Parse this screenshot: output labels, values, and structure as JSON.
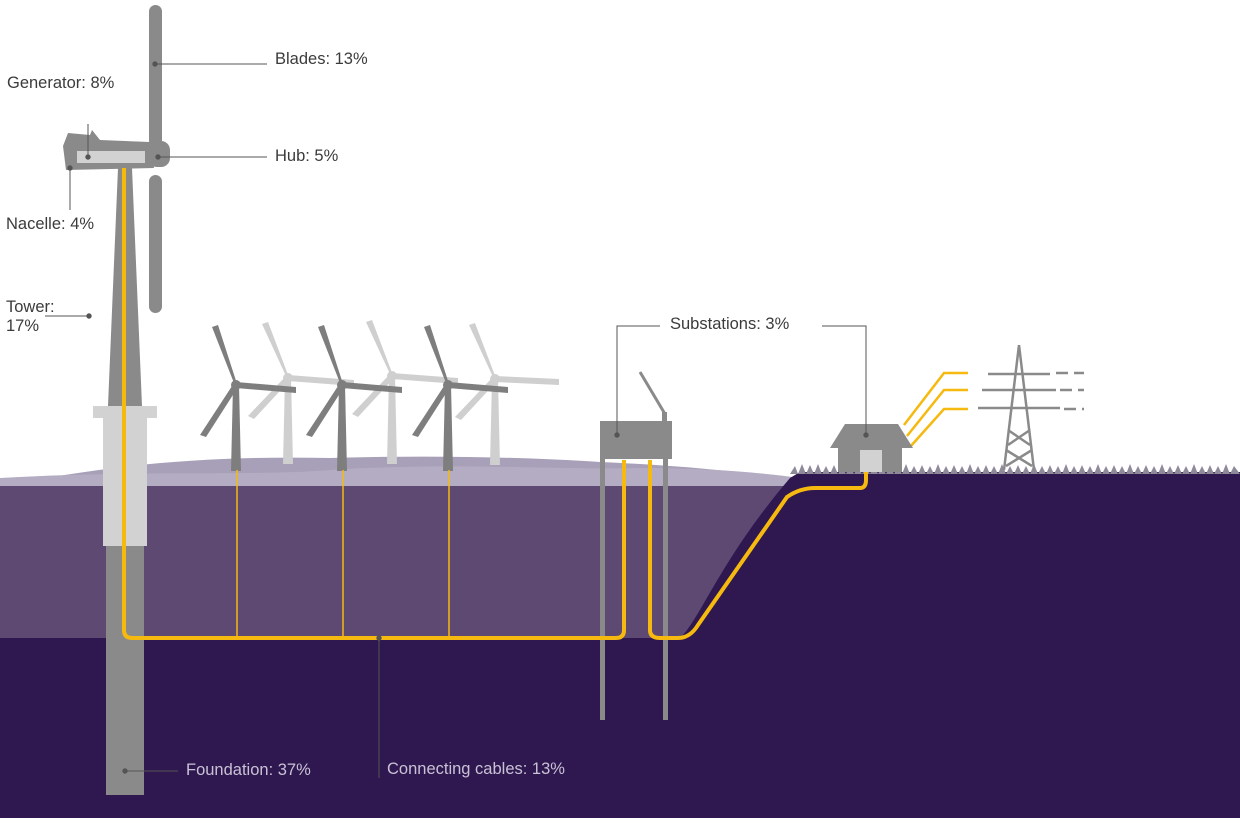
{
  "labels": {
    "blades": "Blades: 13%",
    "generator": "Generator: 8%",
    "hub": "Hub: 5%",
    "nacelle": "Nacelle: 4%",
    "tower_line1": "Tower:",
    "tower_line2": "17%",
    "substations": "Substations: 3%",
    "foundation": "Foundation: 37%",
    "connecting_cables": "Connecting cables: 13%"
  },
  "colors": {
    "sky": "#ffffff",
    "sea_light": "#a89fb8",
    "sea_mid": "#5d4972",
    "seabed": "#2f174f",
    "land": "#2f174f",
    "turbine_gray": "#8a8a8a",
    "turbine_light": "#cfcfcf",
    "cable": "#f6b90f",
    "label_text": "#3b3b3b",
    "leader_line": "#555555"
  },
  "icons": [
    "wind-turbine-icon",
    "offshore-substation-icon",
    "onshore-substation-icon",
    "transmission-pylon-icon"
  ]
}
